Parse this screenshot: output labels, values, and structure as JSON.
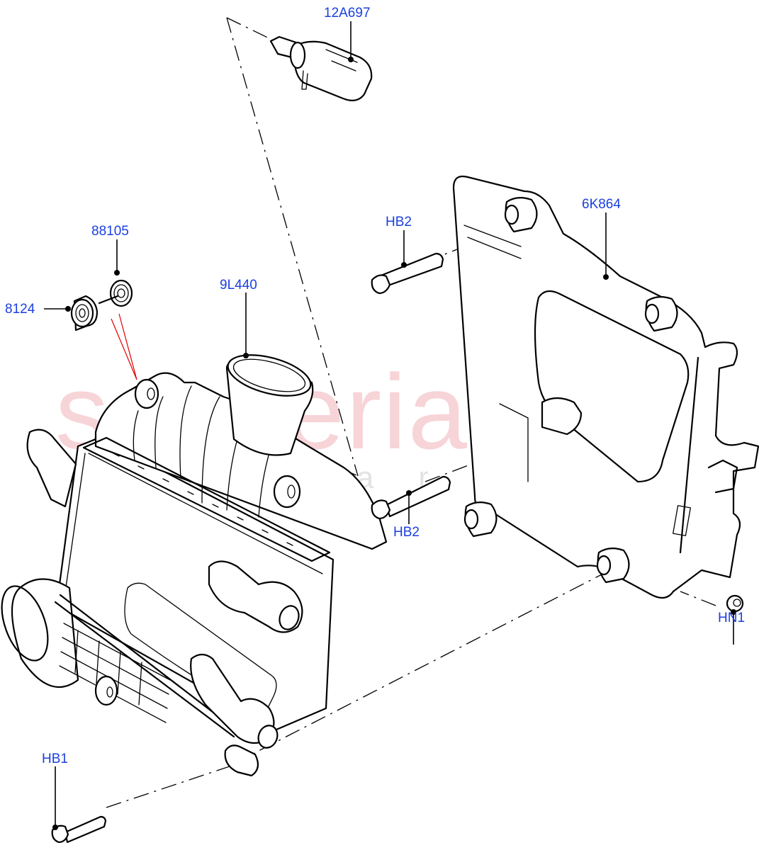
{
  "diagram": {
    "type": "exploded parts diagram",
    "subject": "Intercooler assembly with mounting bracket",
    "watermark": {
      "main": "scuderia",
      "sub": "car parts",
      "main_color": "#f7d4d7",
      "sub_color": "#e3e3e6"
    },
    "label_color": "#1a3fe0",
    "callouts": [
      {
        "id": "12A697",
        "label": "12A697",
        "part": "sensor"
      },
      {
        "id": "88105",
        "label": "88105",
        "part": "grommet / washer"
      },
      {
        "id": "8124",
        "label": "8124",
        "part": "insulator bush"
      },
      {
        "id": "9L440",
        "label": "9L440",
        "part": "intercooler"
      },
      {
        "id": "HB2a",
        "label": "HB2",
        "part": "bolt (upper)"
      },
      {
        "id": "6K864",
        "label": "6K864",
        "part": "mounting bracket"
      },
      {
        "id": "HB2b",
        "label": "HB2",
        "part": "bolt (middle)"
      },
      {
        "id": "HN1",
        "label": "HN1",
        "part": "nut"
      },
      {
        "id": "HB1",
        "label": "HB1",
        "part": "bolt (lower)"
      }
    ]
  }
}
